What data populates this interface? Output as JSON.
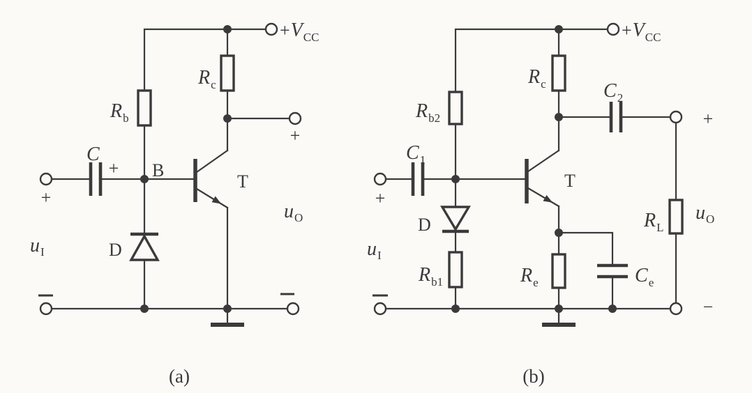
{
  "colors": {
    "paper": "#fbfaf7",
    "ink": "#3a3a3a"
  },
  "a": {
    "caption": "(a)",
    "vcc": {
      "plus": "+",
      "v": "V",
      "sub": "CC"
    },
    "rb": {
      "m": "R",
      "s": "b"
    },
    "rc": {
      "m": "R",
      "s": "c"
    },
    "c": {
      "m": "C"
    },
    "cap_plus": "+",
    "base_label": "B",
    "diode_label": "D",
    "transistor_label": "T",
    "ui": {
      "m": "u",
      "s": "I"
    },
    "uo": {
      "m": "u",
      "s": "O"
    },
    "in_plus": "+",
    "out_plus": "+"
  },
  "b": {
    "caption": "(b)",
    "vcc": {
      "plus": "+",
      "v": "V",
      "sub": "CC"
    },
    "rb2": {
      "m": "R",
      "s": "b2"
    },
    "rb1": {
      "m": "R",
      "s": "b1"
    },
    "rc": {
      "m": "R",
      "s": "c"
    },
    "re": {
      "m": "R",
      "s": "e"
    },
    "rl": {
      "m": "R",
      "s": "L"
    },
    "c1": {
      "m": "C",
      "s": "1"
    },
    "c2": {
      "m": "C",
      "s": "2"
    },
    "ce": {
      "m": "C",
      "s": "e"
    },
    "diode_label": "D",
    "transistor_label": "T",
    "ui": {
      "m": "u",
      "s": "I"
    },
    "uo": {
      "m": "u",
      "s": "O"
    },
    "in_plus": "+",
    "out_plus": "+",
    "out_minus": "−"
  }
}
